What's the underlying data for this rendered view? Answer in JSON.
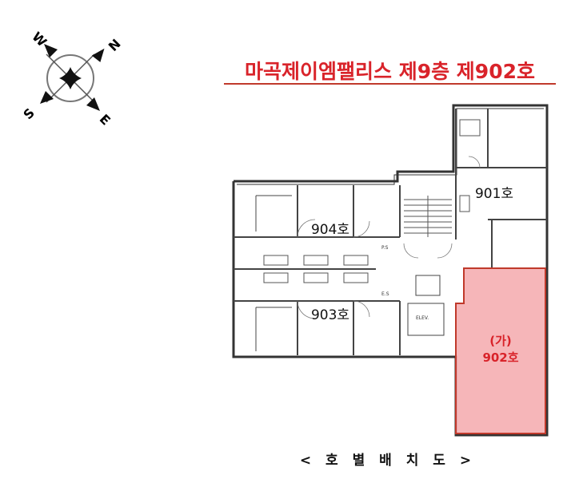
{
  "title": "마곡제이엠팰리스 제9층 제902호",
  "compass": {
    "north": "N",
    "south": "S",
    "east": "E",
    "west": "W"
  },
  "units": [
    {
      "label": "904호"
    },
    {
      "label": "903호"
    },
    {
      "label": "901호"
    },
    {
      "label_mark": "(가)",
      "label": "902호",
      "highlight_color": "#f4a9ad"
    }
  ],
  "small_labels": {
    "ps1": "P.S",
    "ps2": "E.S",
    "elev": "ELEV."
  },
  "caption": "< 호 별 배 치 도 >",
  "colors": {
    "title": "#d9232a",
    "highlight": "#f4a9ad",
    "highlight_border": "#c0392b"
  }
}
